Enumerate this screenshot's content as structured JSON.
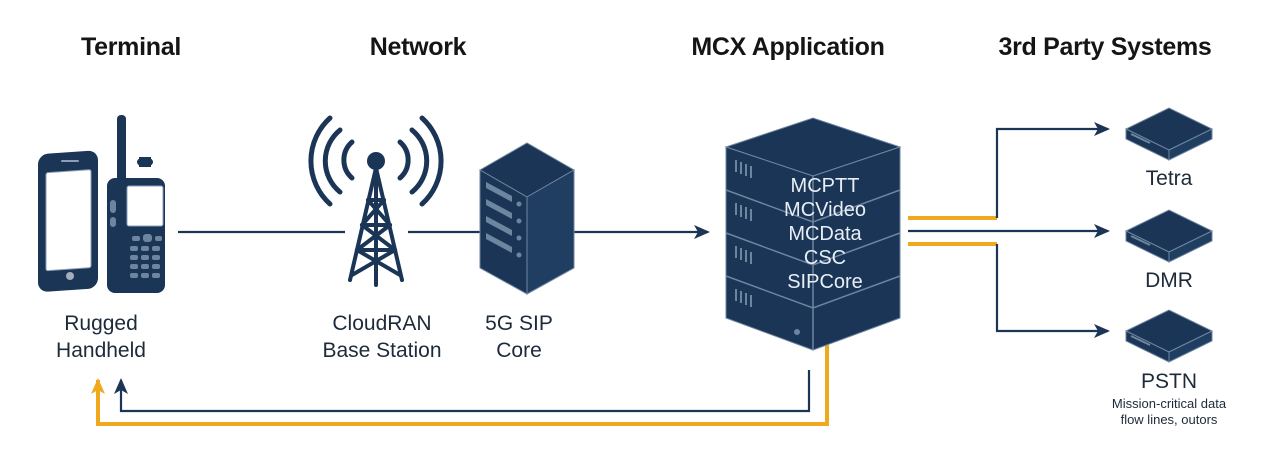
{
  "columns": {
    "terminal": "Terminal",
    "network": "Network",
    "mcx": "MCX Application",
    "third_party": "3rd Party Systems"
  },
  "nodes": {
    "handheld": {
      "line1": "Rugged",
      "line2": "Handheld"
    },
    "base_station": {
      "line1": "CloudRAN",
      "line2": "Base Station"
    },
    "sip_core": {
      "line1": "5G SIP",
      "line2": "Core"
    },
    "mcx_services": [
      "MCPTT",
      "MCVideo",
      "MCData",
      "CSC",
      "SIPCore"
    ],
    "tetra": "Tetra",
    "dmr": "DMR",
    "pstn": "PSTN",
    "pstn_note": {
      "line1": "Mission-critical data",
      "line2": "flow lines, outors"
    }
  },
  "colors": {
    "navy": "#1b3556",
    "orange": "#f0a81c",
    "text": "#151515"
  },
  "icons": {
    "smartphone": "smartphone-icon",
    "radio": "two-way-radio-icon",
    "tower": "radio-tower-icon",
    "server": "server-icon",
    "server_stack": "server-stack-icon",
    "appliance": "network-appliance-icon"
  }
}
